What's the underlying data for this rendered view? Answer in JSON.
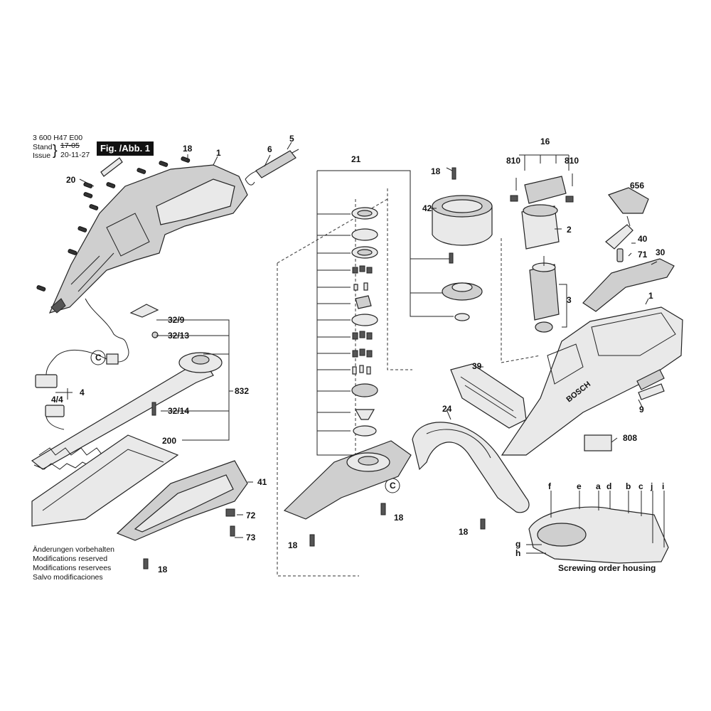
{
  "header": {
    "doc_number": "3 600 H47 E00",
    "stand_label": "Stand",
    "issue_label": "Issue",
    "stand_value": "17-05",
    "issue_value": "20-11-27",
    "figure_label": "Fig. /Abb. 1"
  },
  "notes": [
    "Änderungen vorbehalten",
    "Modifications reserved",
    "Modifications reservees",
    "Salvo modificaciones"
  ],
  "screwing_order_caption": "Screwing order housing",
  "brand_mark": "BOSCH",
  "labels": {
    "p1a": "1",
    "p5": "5",
    "p6": "6",
    "p18a": "18",
    "p20": "20",
    "p21": "21",
    "p18b": "18",
    "p42": "42",
    "p16": "16",
    "p810a": "810",
    "p810b": "810",
    "p2": "2",
    "p3": "3",
    "p656": "656",
    "p40": "40",
    "p71": "71",
    "p30": "30",
    "p1b": "1",
    "p32_9": "32/9",
    "p32_13": "32/13",
    "p832": "832",
    "p32_14": "32/14",
    "p200": "200",
    "p4": "4",
    "p4_4": "4/4",
    "pC1": "C",
    "pC2": "C",
    "p39": "39",
    "p9": "9",
    "p24": "24",
    "p808": "808",
    "p41": "41",
    "p72": "72",
    "p73": "73",
    "p18c": "18",
    "p18d": "18",
    "p18e": "18",
    "p18f": "18",
    "sf": "f",
    "se": "e",
    "sa": "a",
    "sd": "d",
    "sb": "b",
    "sc": "c",
    "sj": "j",
    "si": "i",
    "sg": "g",
    "sh": "h"
  }
}
